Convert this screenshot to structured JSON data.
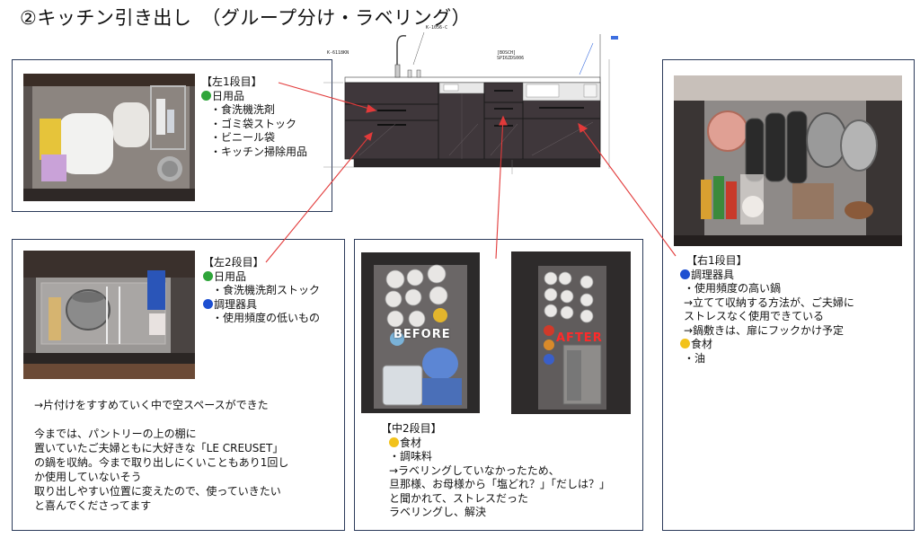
{
  "title": "②キッチン引き出し　（グループ分け・ラベリング）",
  "colors": {
    "frame": "#2b3a5a",
    "arrow": "#e23a3a",
    "green": "#2fa53a",
    "blue": "#1d4fd1",
    "yellow": "#f2c21b",
    "after": "#ff2a2a"
  },
  "cad": {
    "model_label": "K-6118KN",
    "faucet_label": "K-1056-C",
    "dishwasher_label_1": "[BOSCH]",
    "dishwasher_label_2": "SPI6ZDS006"
  },
  "left1": {
    "heading": "【左1段目】",
    "group1": {
      "icon": "green-circle",
      "label": "日用品"
    },
    "items": [
      "・食洗機洗剤",
      "・ゴミ袋ストック",
      "・ビニール袋",
      "・キッチン掃除用品"
    ]
  },
  "left2": {
    "heading": "【左2段目】",
    "group1": {
      "icon": "green-circle",
      "label": "日用品"
    },
    "item1": "・食洗機洗剤ストック",
    "group2": {
      "icon": "blue-circle",
      "label": "調理器具"
    },
    "item2": "・使用頻度の低いもの",
    "notes": [
      "→片付けをすすめていく中で空スペースができた",
      "",
      "今までは、パントリーの上の棚に",
      "置いていたご夫婦ともに大好きな「LE CREUSET」",
      "の鍋を収納。今まで取り出しにくいこともあり1回し",
      "か使用していないそう",
      "取り出しやすい位置に変えたので、使っていきたい",
      "と喜んでくださってます"
    ]
  },
  "mid2": {
    "before_label": "BEFORE",
    "after_label": "AFTER",
    "heading": "【中2段目】",
    "group1": {
      "icon": "yellow-circle",
      "label": "食材"
    },
    "lines": [
      "・調味料",
      "→ラベリングしていなかったため、",
      "旦那様、お母様から「塩どれ？」「だしは？」",
      "と聞かれて、ストレスだった",
      "ラベリングし、解決"
    ]
  },
  "right1": {
    "heading": "【右1段目】",
    "group1": {
      "icon": "blue-circle",
      "label": "調理器具"
    },
    "lines1": [
      "・使用頻度の高い鍋",
      "→立てて収納する方法が、ご夫婦に",
      "ストレスなく使用できている",
      "→鍋敷きは、扉にフックかけ予定"
    ],
    "group2": {
      "icon": "yellow-circle",
      "label": "食材"
    },
    "item2": "・油"
  }
}
